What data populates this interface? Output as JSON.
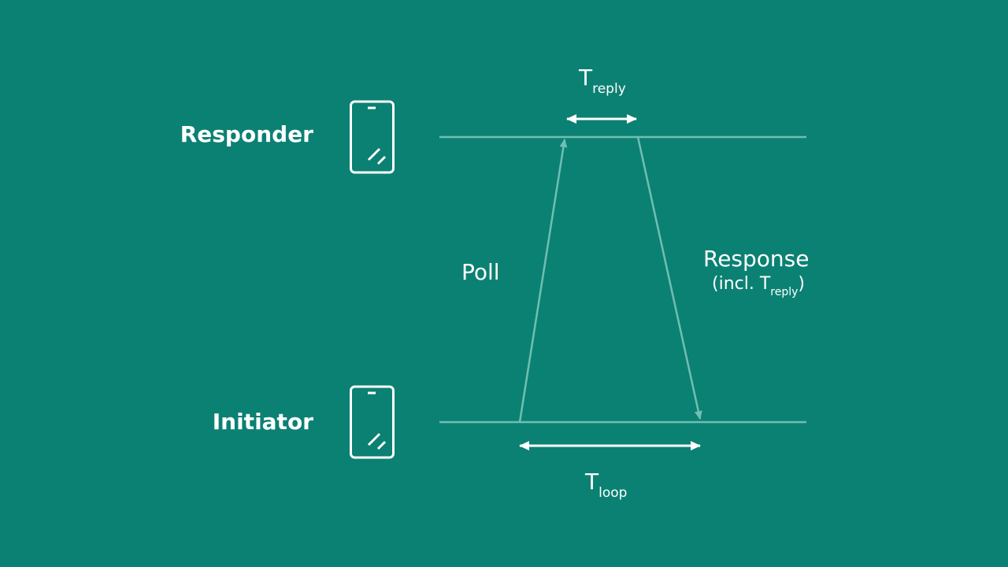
{
  "colors": {
    "background": "#0b8173",
    "line": "#6fbfb2",
    "arrow_timing": "#ffffff",
    "text": "#ffffff"
  },
  "nodes": {
    "responder": {
      "label": "Responder",
      "icon": "smartphone-icon"
    },
    "initiator": {
      "label": "Initiator",
      "icon": "smartphone-icon"
    }
  },
  "messages": {
    "poll": {
      "label": "Poll"
    },
    "response": {
      "label": "Response",
      "detail_prefix": "(incl. ",
      "detail_symbol": "T",
      "detail_subscript": "reply",
      "detail_suffix": ")"
    }
  },
  "timings": {
    "t_reply": {
      "symbol": "T",
      "subscript": "reply"
    },
    "t_loop": {
      "symbol": "T",
      "subscript": "loop"
    }
  }
}
